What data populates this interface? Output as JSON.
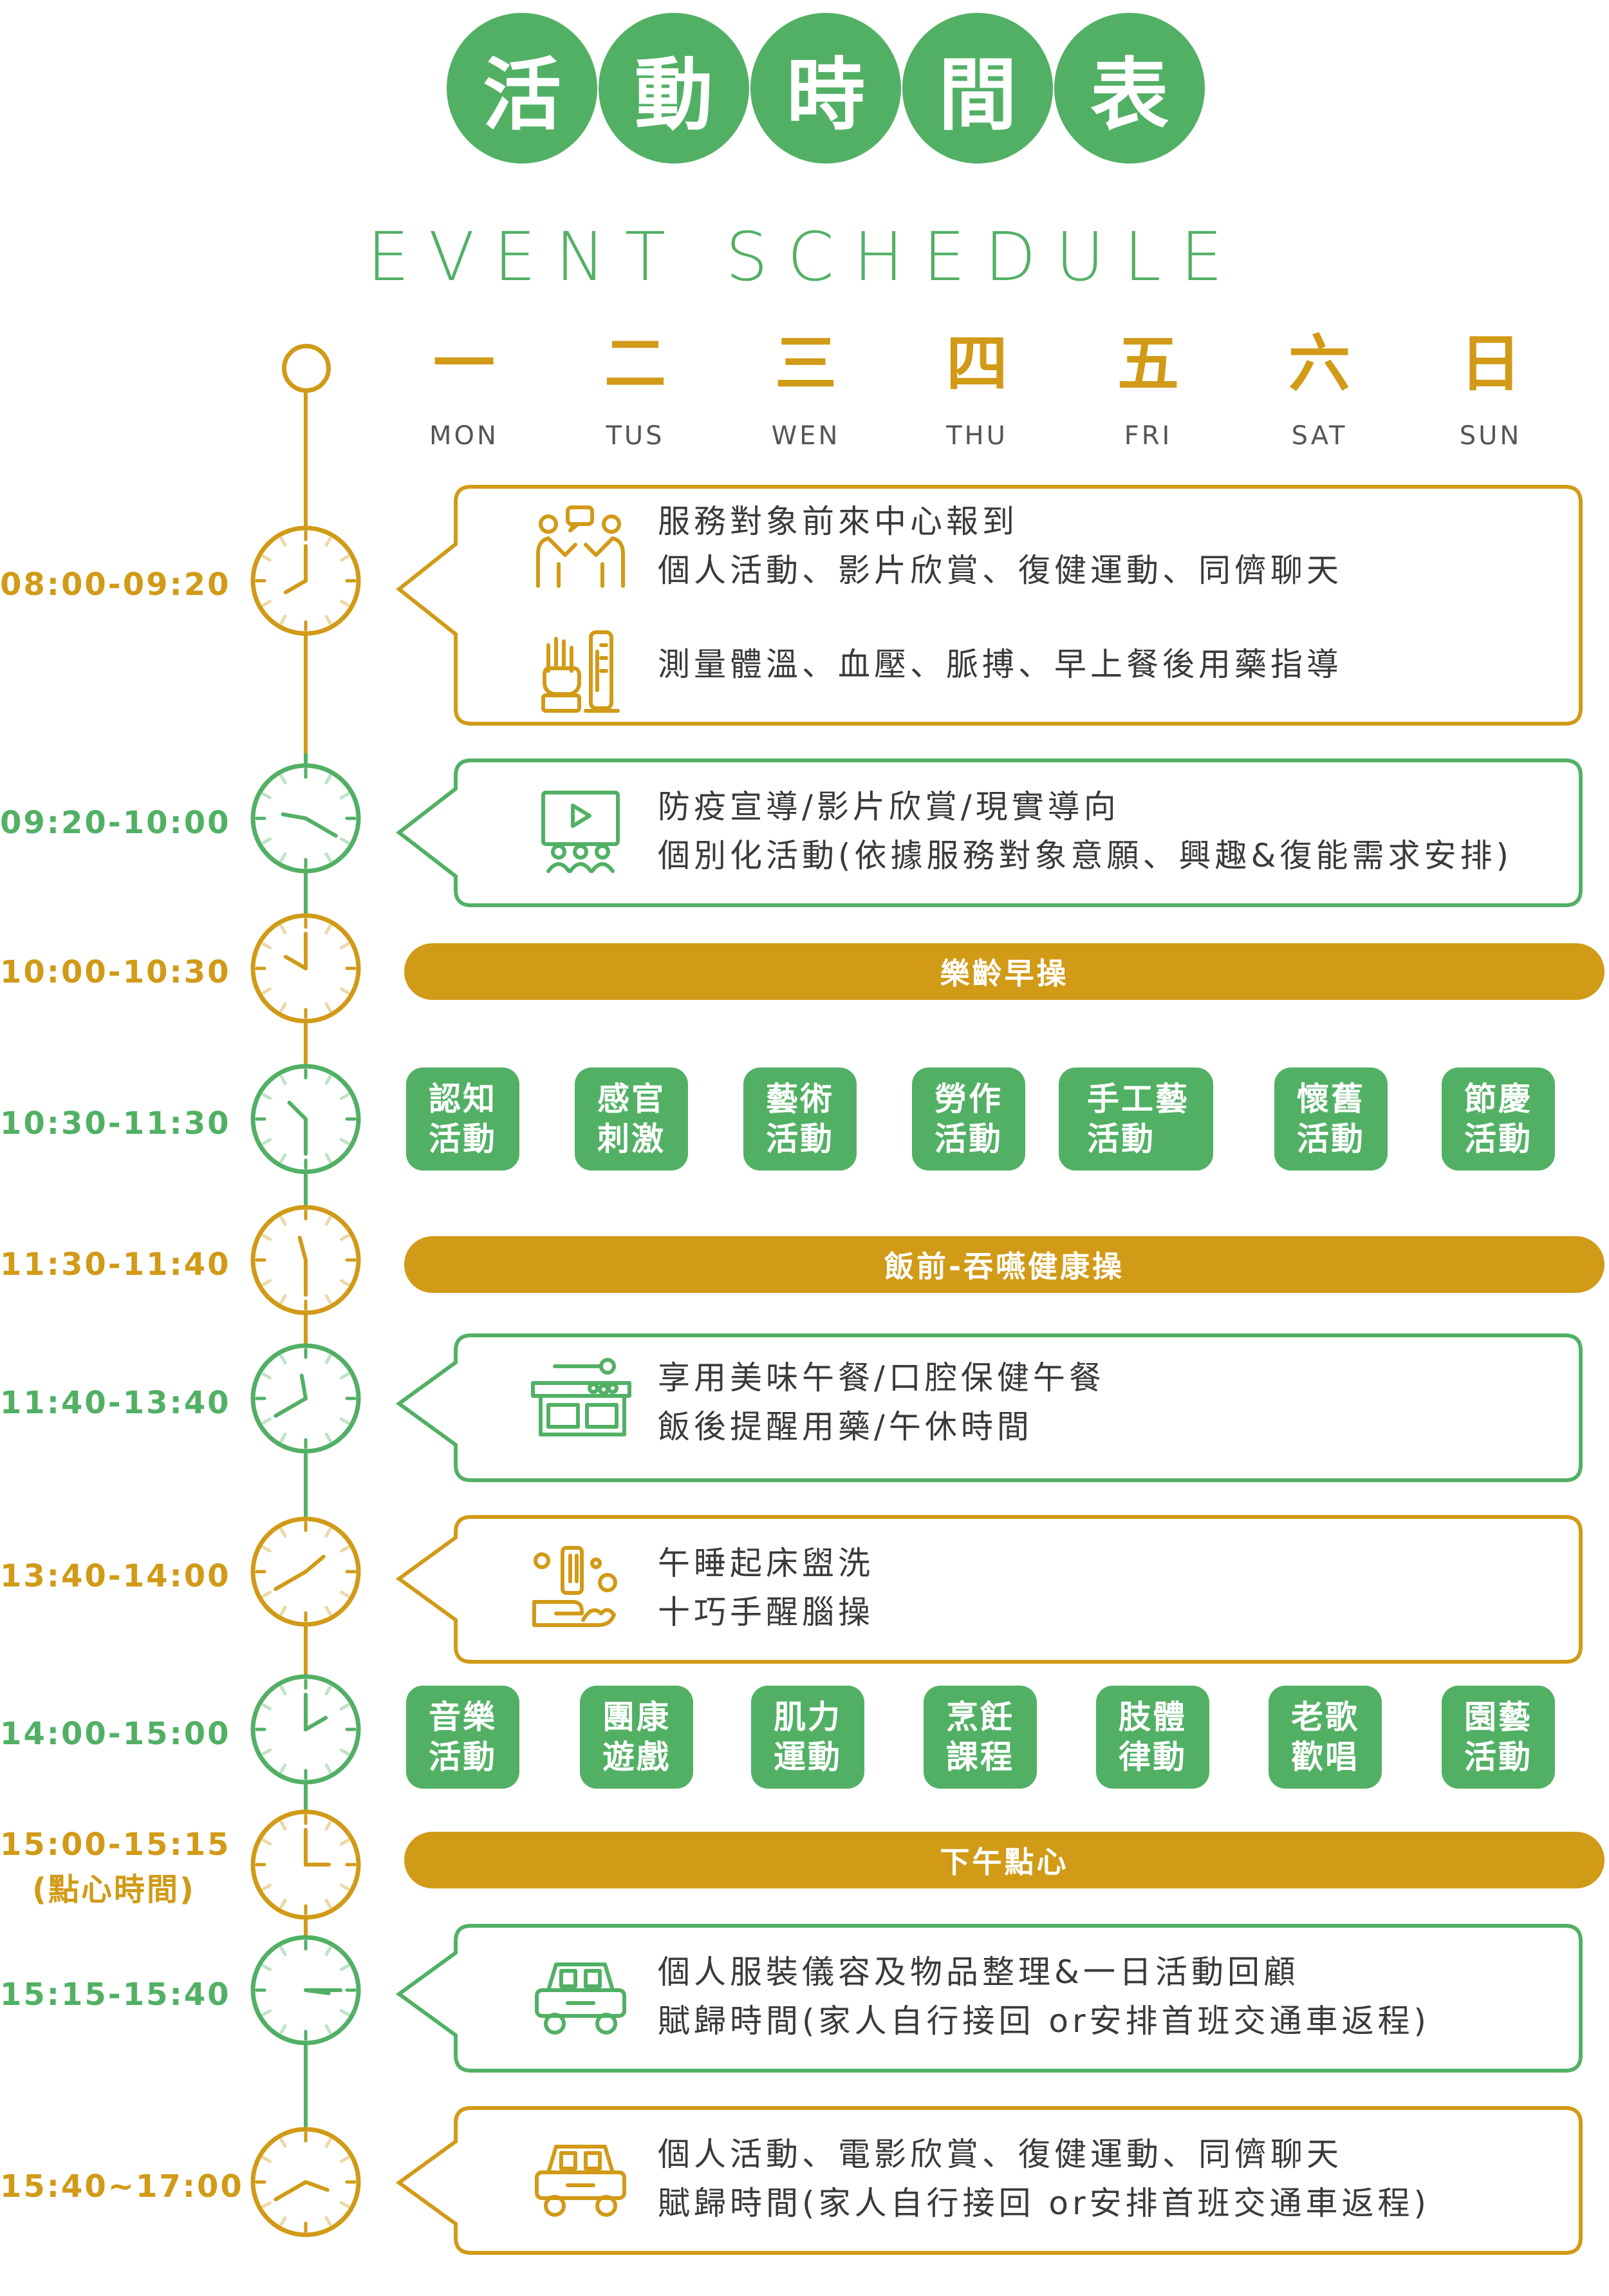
{
  "header": {
    "title_chars": [
      "活",
      "動",
      "時",
      "間",
      "表"
    ],
    "subtitle": "EVENT SCHEDULE"
  },
  "days": [
    {
      "cn": "一",
      "en": "MON"
    },
    {
      "cn": "二",
      "en": "TUS"
    },
    {
      "cn": "三",
      "en": "WEN"
    },
    {
      "cn": "四",
      "en": "THU"
    },
    {
      "cn": "五",
      "en": "FRI"
    },
    {
      "cn": "六",
      "en": "SAT"
    },
    {
      "cn": "日",
      "en": "SUN"
    }
  ],
  "colors": {
    "orange": "#d19a17",
    "green": "#52b065",
    "text": "#3a3a3a"
  },
  "slots": [
    {
      "time": "08:00-09:20",
      "color": "orange",
      "type": "bubble",
      "lines": [
        "服務對象前來中心報到",
        "個人活動、影片欣賞、復健運動、同儕聊天",
        "測量體溫、血壓、脈搏、早上餐後用藥指導"
      ],
      "icons": [
        "people-chat-icon",
        "hand-thermometer-icon"
      ]
    },
    {
      "time": "09:20-10:00",
      "color": "green",
      "type": "bubble",
      "lines": [
        "防疫宣導/影片欣賞/現實導向",
        "個別化活動(依據服務對象意願、興趣&復能需求安排)"
      ],
      "icons": [
        "video-group-icon"
      ]
    },
    {
      "time": "10:00-10:30",
      "color": "orange",
      "type": "bar",
      "label": "樂齡早操"
    },
    {
      "time": "10:30-11:30",
      "color": "green",
      "type": "tiles",
      "tiles": [
        [
          "認知",
          "活動"
        ],
        [
          "感官",
          "刺激"
        ],
        [
          "藝術",
          "活動"
        ],
        [
          "勞作",
          "活動"
        ],
        [
          "手工藝",
          "活動"
        ],
        [
          "懷舊",
          "活動"
        ],
        [
          "節慶",
          "活動"
        ]
      ]
    },
    {
      "time": "11:30-11:40",
      "color": "orange",
      "type": "bar",
      "label": "飯前-吞嚥健康操"
    },
    {
      "time": "11:40-13:40",
      "color": "green",
      "type": "bubble",
      "lines": [
        "享用美味午餐/口腔保健午餐",
        "飯後提醒用藥/午休時間"
      ],
      "icons": [
        "lunch-tray-icon"
      ]
    },
    {
      "time": "13:40-14:00",
      "color": "orange",
      "type": "bubble",
      "lines": [
        "午睡起床盥洗",
        "十巧手醒腦操"
      ],
      "icons": [
        "hand-wash-icon"
      ]
    },
    {
      "time": "14:00-15:00",
      "color": "green",
      "type": "tiles",
      "tiles": [
        [
          "音樂",
          "活動"
        ],
        [
          "團康",
          "遊戲"
        ],
        [
          "肌力",
          "運動"
        ],
        [
          "烹飪",
          "課程"
        ],
        [
          "肢體",
          "律動"
        ],
        [
          "老歌",
          "歡唱"
        ],
        [
          "園藝",
          "活動"
        ]
      ]
    },
    {
      "time": "15:00-15:15",
      "time_note": "(點心時間)",
      "color": "orange",
      "type": "bar",
      "label": "下午點心"
    },
    {
      "time": "15:15-15:40",
      "color": "green",
      "type": "bubble",
      "lines": [
        "個人服裝儀容及物品整理&一日活動回顧",
        "賦歸時間(家人自行接回 or安排首班交通車返程)"
      ],
      "icons": [
        "car-icon"
      ]
    },
    {
      "time": "15:40~17:00",
      "color": "orange",
      "type": "bubble",
      "lines": [
        "個人活動、電影欣賞、復健運動、同儕聊天",
        "賦歸時間(家人自行接回 or安排首班交通車返程)"
      ],
      "icons": [
        "car-icon"
      ]
    }
  ]
}
